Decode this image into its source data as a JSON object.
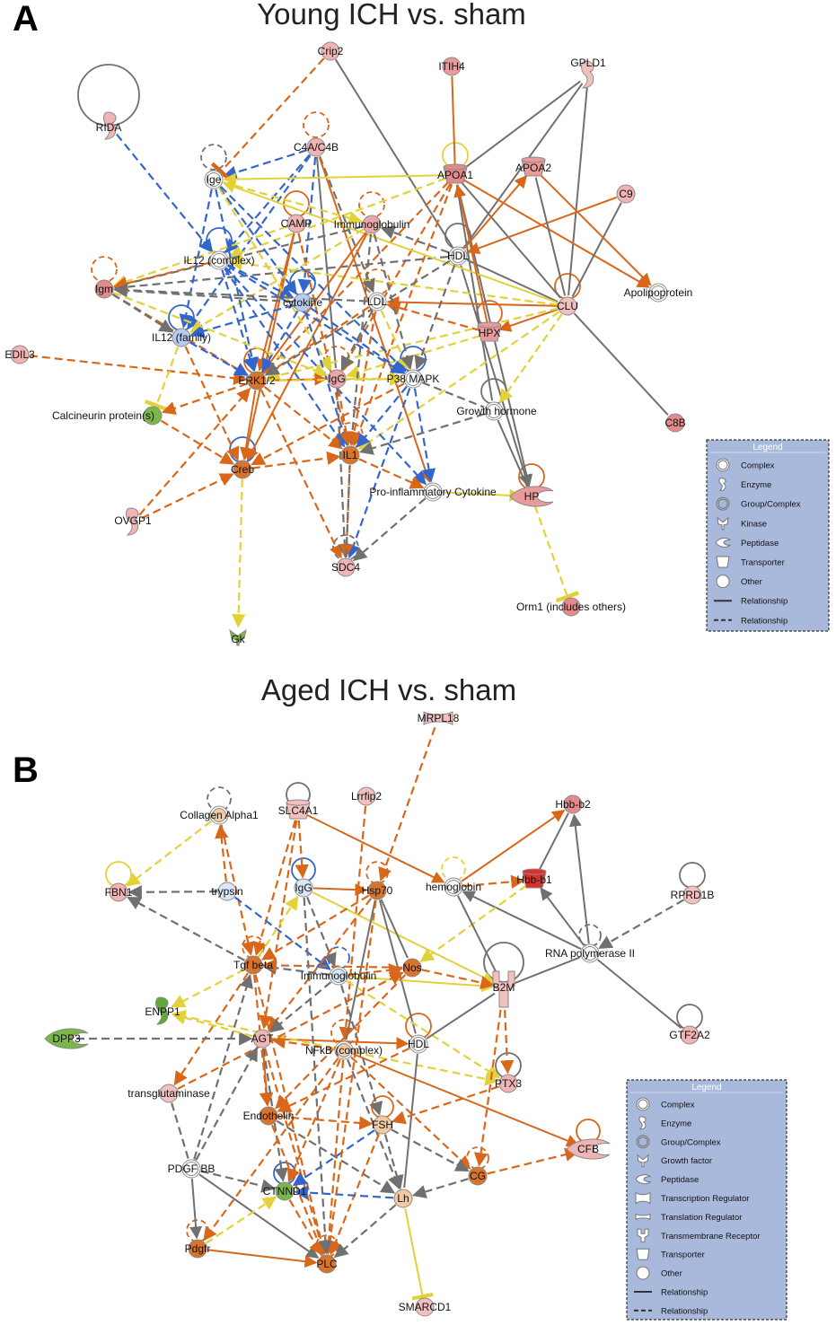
{
  "panels": [
    {
      "letter": "A",
      "title": "Young ICH vs. sham",
      "nodes": [
        {
          "id": "crip2",
          "label": "Crip2",
          "shape": "circle",
          "color": "#f0b4b4"
        },
        {
          "id": "itih4",
          "label": "ITIH4",
          "shape": "circle",
          "color": "#e99a9a"
        },
        {
          "id": "gpld1",
          "label": "GPLD1",
          "shape": "enzyme",
          "color": "#f3c0c0"
        },
        {
          "id": "rida",
          "label": "RIDA",
          "shape": "enzyme",
          "color": "#f0b4b4"
        },
        {
          "id": "c4a",
          "label": "C4A/C4B",
          "shape": "circle",
          "color": "#f0b4b4"
        },
        {
          "id": "ige",
          "label": "Ige",
          "shape": "complex",
          "color": "#ffffff"
        },
        {
          "id": "apoa1",
          "label": "APOA1",
          "shape": "transporter",
          "color": "#e58a8a"
        },
        {
          "id": "apoa2",
          "label": "APOA2",
          "shape": "transporter",
          "color": "#e99a9a"
        },
        {
          "id": "c9",
          "label": "C9",
          "shape": "circle",
          "color": "#f0b4b4"
        },
        {
          "id": "camp",
          "label": "CAMP",
          "shape": "circle",
          "color": "#f0b4b4"
        },
        {
          "id": "immuno",
          "label": "Immunoglobulin",
          "shape": "circle",
          "color": "#e9a8a8"
        },
        {
          "id": "il12c",
          "label": "IL12 (complex)",
          "shape": "complex",
          "color": "#ffffff"
        },
        {
          "id": "hdl",
          "label": "HDL",
          "shape": "complex",
          "color": "#ffffff"
        },
        {
          "id": "igm",
          "label": "Igm",
          "shape": "circle",
          "color": "#e58a8a"
        },
        {
          "id": "cytokine",
          "label": "cytokine",
          "shape": "circle",
          "color": "#b8cbee"
        },
        {
          "id": "ldl",
          "label": "LDL",
          "shape": "complex",
          "color": "#ffffff"
        },
        {
          "id": "clu",
          "label": "CLU",
          "shape": "circle",
          "color": "#f3c0c0"
        },
        {
          "id": "apolipo",
          "label": "Apolipoprotein",
          "shape": "complex",
          "color": "#ffffff"
        },
        {
          "id": "il12f",
          "label": "IL12 (family)",
          "shape": "circle",
          "color": "#b8cbee"
        },
        {
          "id": "hpx",
          "label": "HPX",
          "shape": "transporter",
          "color": "#e99a9a"
        },
        {
          "id": "edil3",
          "label": "EDIL3",
          "shape": "circle",
          "color": "#f0b4b4"
        },
        {
          "id": "erk",
          "label": "ERK1/2",
          "shape": "circle",
          "color": "#d9742c"
        },
        {
          "id": "igg",
          "label": "IgG",
          "shape": "circle",
          "color": "#e9a8a8"
        },
        {
          "id": "p38",
          "label": "P38 MAPK",
          "shape": "complex",
          "color": "#ffffff"
        },
        {
          "id": "calcineurin",
          "label": "Calcineurin protein(s)",
          "shape": "circle",
          "color": "#7ab648"
        },
        {
          "id": "gh",
          "label": "Growth hormone",
          "shape": "complex",
          "color": "#ffffff"
        },
        {
          "id": "c8b",
          "label": "C8B",
          "shape": "circle",
          "color": "#e58a8a"
        },
        {
          "id": "il1",
          "label": "IL1",
          "shape": "circle",
          "color": "#d9742c"
        },
        {
          "id": "creb",
          "label": "Creb",
          "shape": "circle",
          "color": "#d9742c"
        },
        {
          "id": "proinf",
          "label": "Pro-inflammatory Cytokine",
          "shape": "complex",
          "color": "#ffffff"
        },
        {
          "id": "hp",
          "label": "HP",
          "shape": "peptidase",
          "color": "#e99a9a"
        },
        {
          "id": "ovgp1",
          "label": "OVGP1",
          "shape": "enzyme",
          "color": "#f0b4b4"
        },
        {
          "id": "sdc4",
          "label": "SDC4",
          "shape": "circle",
          "color": "#f0b4b4"
        },
        {
          "id": "orm1",
          "label": "Orm1 (includes others)",
          "shape": "circle",
          "color": "#e58a8a"
        },
        {
          "id": "gk",
          "label": "Gk",
          "shape": "kinase",
          "color": "#7ab648"
        }
      ],
      "legend": {
        "title": "Legend",
        "items": [
          {
            "icon": "complex",
            "label": "Complex"
          },
          {
            "icon": "enzyme",
            "label": "Enzyme"
          },
          {
            "icon": "group",
            "label": "Group/Complex"
          },
          {
            "icon": "kinase",
            "label": "Kinase"
          },
          {
            "icon": "peptidase",
            "label": "Peptidase"
          },
          {
            "icon": "transporter",
            "label": "Transporter"
          },
          {
            "icon": "other",
            "label": "Other"
          },
          {
            "icon": "solid-line",
            "label": "Relationship"
          },
          {
            "icon": "dashed-line",
            "label": "Relationship"
          }
        ]
      }
    },
    {
      "letter": "B",
      "title": "Aged ICH vs. sham",
      "nodes": [
        {
          "id": "mrpl18",
          "label": "MRPL18",
          "shape": "translation",
          "color": "#f3c0c0"
        },
        {
          "id": "collagen",
          "label": "Collagen Alpha1",
          "shape": "complex",
          "color": "#f3c9a3"
        },
        {
          "id": "slc4a1",
          "label": "SLC4A1",
          "shape": "transporter",
          "color": "#f3c0c0"
        },
        {
          "id": "lrrfip2",
          "label": "Lrrfip2",
          "shape": "circle",
          "color": "#f3c0c0"
        },
        {
          "id": "hbbb2",
          "label": "Hbb-b2",
          "shape": "circle",
          "color": "#e58a8a"
        },
        {
          "id": "fbn1",
          "label": "FBN1",
          "shape": "circle",
          "color": "#f0b4b4"
        },
        {
          "id": "trypsin",
          "label": "trypsin",
          "shape": "circle",
          "color": "#dbe6f7"
        },
        {
          "id": "igg",
          "label": "IgG",
          "shape": "circle",
          "color": "#dbe6f7"
        },
        {
          "id": "hsp70",
          "label": "Hsp70",
          "shape": "circle",
          "color": "#d9742c"
        },
        {
          "id": "hemoglobin",
          "label": "hemoglobin",
          "shape": "complex",
          "color": "#ffffff"
        },
        {
          "id": "hbbb1",
          "label": "Hbb-b1",
          "shape": "transporter",
          "color": "#d93030"
        },
        {
          "id": "rprd1b",
          "label": "RPRD1B",
          "shape": "circle",
          "color": "#f3c0c0"
        },
        {
          "id": "rnapol",
          "label": "RNA polymerase II",
          "shape": "complex",
          "color": "#ffffff"
        },
        {
          "id": "tgfb",
          "label": "Tgf beta",
          "shape": "circle",
          "color": "#d9742c"
        },
        {
          "id": "immuno",
          "label": "Immunoglobulin",
          "shape": "complex",
          "color": "#dbe6f7"
        },
        {
          "id": "nos",
          "label": "Nos",
          "shape": "circle",
          "color": "#d9742c"
        },
        {
          "id": "b2m",
          "label": "B2M",
          "shape": "receptor",
          "color": "#f3c0c0"
        },
        {
          "id": "enpp1",
          "label": "ENPP1",
          "shape": "enzyme",
          "color": "#5fa83a"
        },
        {
          "id": "dpp3",
          "label": "DPP3",
          "shape": "peptidase",
          "color": "#7ab648"
        },
        {
          "id": "agt",
          "label": "AGT",
          "shape": "circle",
          "color": "#f0b4b4"
        },
        {
          "id": "nfkb",
          "label": "NFkB (complex)",
          "shape": "complex",
          "color": "#f3c9a3"
        },
        {
          "id": "hdl",
          "label": "HDL",
          "shape": "complex",
          "color": "#ffffff"
        },
        {
          "id": "gtf2a2",
          "label": "GTF2A2",
          "shape": "circle",
          "color": "#f0b4b4"
        },
        {
          "id": "transglut",
          "label": "transglutaminase",
          "shape": "circle",
          "color": "#f3c0c0"
        },
        {
          "id": "ptx3",
          "label": "PTX3",
          "shape": "circle",
          "color": "#f0b4b4"
        },
        {
          "id": "endothelin",
          "label": "Endothelin",
          "shape": "circle",
          "color": "#d9742c"
        },
        {
          "id": "fsh",
          "label": "FSH",
          "shape": "circle",
          "color": "#f3c9a3"
        },
        {
          "id": "cfb",
          "label": "CFB",
          "shape": "peptidase",
          "color": "#f0b4b4"
        },
        {
          "id": "pdgfbb",
          "label": "PDGF BB",
          "shape": "complex",
          "color": "#ffffff"
        },
        {
          "id": "ctnnd1",
          "label": "CTNND1",
          "shape": "circle",
          "color": "#7ab648"
        },
        {
          "id": "cg",
          "label": "CG",
          "shape": "circle",
          "color": "#d9742c"
        },
        {
          "id": "lh",
          "label": "Lh",
          "shape": "circle",
          "color": "#f3c9a3"
        },
        {
          "id": "pdgfr",
          "label": "Pdgfr",
          "shape": "circle",
          "color": "#d9742c"
        },
        {
          "id": "plc",
          "label": "PLC",
          "shape": "circle",
          "color": "#d9742c"
        },
        {
          "id": "smarcd1",
          "label": "SMARCD1",
          "shape": "circle",
          "color": "#f3c0c0"
        }
      ],
      "legend": {
        "title": "Legend",
        "items": [
          {
            "icon": "complex",
            "label": "Complex"
          },
          {
            "icon": "enzyme",
            "label": "Enzyme"
          },
          {
            "icon": "group",
            "label": "Group/Complex"
          },
          {
            "icon": "growth",
            "label": "Growth factor"
          },
          {
            "icon": "peptidase",
            "label": "Peptidase"
          },
          {
            "icon": "treg",
            "label": "Transcription Regulator"
          },
          {
            "icon": "translation",
            "label": "Translation Regulator"
          },
          {
            "icon": "receptor",
            "label": "Transmembrane Receptor"
          },
          {
            "icon": "transporter",
            "label": "Transporter"
          },
          {
            "icon": "other",
            "label": "Other"
          },
          {
            "icon": "solid-line",
            "label": "Relationship"
          },
          {
            "icon": "dashed-line",
            "label": "Relationship"
          }
        ]
      }
    }
  ],
  "edge_colors": {
    "orange": "#d8671a",
    "blue": "#3366cc",
    "yellow": "#e3d13a",
    "gray": "#707070"
  }
}
